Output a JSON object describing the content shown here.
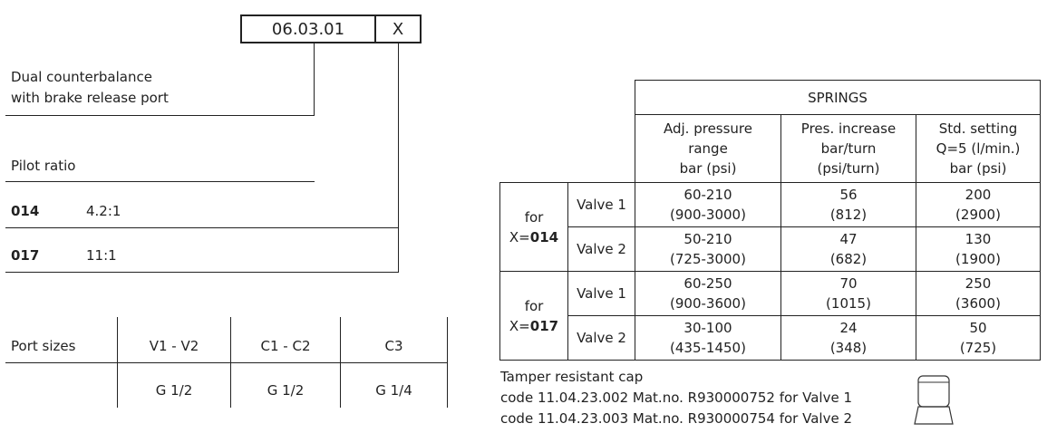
{
  "ordering_code": {
    "code": "06.03.01",
    "suffix": "X"
  },
  "description": {
    "line1": "Dual counterbalance",
    "line2": "with brake release port"
  },
  "pilot": {
    "label": "Pilot ratio",
    "options": [
      {
        "code": "014",
        "ratio": "4.2:1"
      },
      {
        "code": "017",
        "ratio": "11:1"
      }
    ]
  },
  "ports": {
    "label": "Port sizes",
    "headers": [
      "V1 - V2",
      "C1 - C2",
      "C3"
    ],
    "values": [
      "G 1/2",
      "G 1/2",
      "G 1/4"
    ]
  },
  "springs": {
    "title": "SPRINGS",
    "col1": [
      "Adj. pressure",
      "range",
      "bar (psi)"
    ],
    "col2": [
      "Pres. increase",
      "bar/turn",
      "(psi/turn)"
    ],
    "col3": [
      "Std. setting",
      "Q=5 (l/min.)",
      "bar (psi)"
    ],
    "groups": [
      {
        "for_label": "for",
        "x_prefix": "X=",
        "x_code": "014",
        "rows": [
          {
            "valve": "Valve 1",
            "range": [
              "60-210",
              "(900-3000)"
            ],
            "increase": [
              "56",
              "(812)"
            ],
            "std": [
              "200",
              "(2900)"
            ]
          },
          {
            "valve": "Valve 2",
            "range": [
              "50-210",
              "(725-3000)"
            ],
            "increase": [
              "47",
              "(682)"
            ],
            "std": [
              "130",
              "(1900)"
            ]
          }
        ]
      },
      {
        "for_label": "for",
        "x_prefix": "X=",
        "x_code": "017",
        "rows": [
          {
            "valve": "Valve 1",
            "range": [
              "60-250",
              "(900-3600)"
            ],
            "increase": [
              "70",
              "(1015)"
            ],
            "std": [
              "250",
              "(3600)"
            ]
          },
          {
            "valve": "Valve 2",
            "range": [
              "30-100",
              "(435-1450)"
            ],
            "increase": [
              "24",
              "(348)"
            ],
            "std": [
              "50",
              "(725)"
            ]
          }
        ]
      }
    ]
  },
  "tamper": {
    "title": "Tamper resistant cap",
    "lines": [
      "code 11.04.23.002  Mat.no. R930000752  for Valve 1",
      "code 11.04.23.003  Mat.no. R930000754  for Valve 2"
    ],
    "icon": "tamper-cap-icon"
  }
}
